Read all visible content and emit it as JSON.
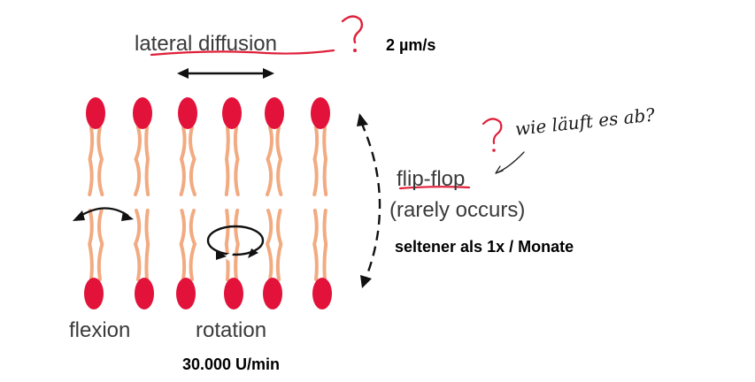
{
  "labels": {
    "lateral_diffusion": "lateral diffusion",
    "speed_lateral": "2 µm/s",
    "flip_flop": "flip-flop",
    "rarely_occurs": "(rarely occurs)",
    "flip_flop_rate": "seltener als 1x / Monate",
    "flexion": "flexion",
    "rotation": "rotation",
    "rotation_rate": "30.000 U/min",
    "question_handwritten": "wie läuft es ab?",
    "question_mark": "?"
  },
  "colors": {
    "head": "#e2123a",
    "tail": "#f2aa80",
    "annotation_red": "#e0203a",
    "arrow": "#111111"
  }
}
